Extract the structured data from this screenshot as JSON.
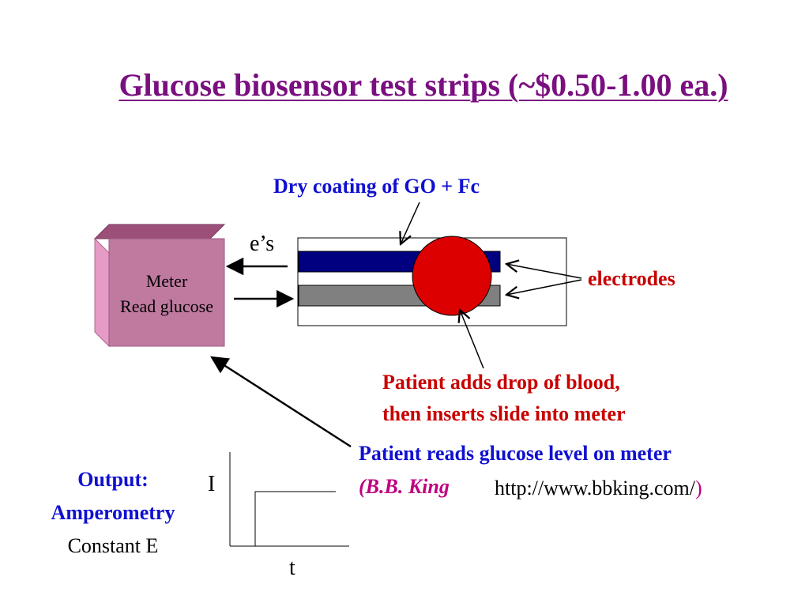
{
  "title": "Glucose biosensor test strips (~$0.50-1.00 ea.)",
  "labels": {
    "coating": "Dry coating of GO + Fc",
    "electrons": "e’s",
    "electrodes": "electrodes",
    "blood_line1": "Patient adds drop of blood,",
    "blood_line2": "then inserts slide into meter",
    "reads": "Patient reads glucose level on meter",
    "king": "(B.B. King",
    "url": "http://www.bbking.com/",
    "url_close": ")"
  },
  "meter": {
    "line1": "Meter",
    "line2": "Read glucose"
  },
  "output": {
    "line1": "Output:",
    "line2": "Amperometry",
    "line3": "Constant E"
  },
  "graph": {
    "y_label": "I",
    "x_label": "t"
  },
  "colors": {
    "title": "#7a0f80",
    "blue_text": "#1010d0",
    "red_text": "#c80000",
    "meter_front": "#c07aa0",
    "top_electrode": "#000080",
    "bottom_electrode": "#808080",
    "blood_drop": "#dd0000"
  }
}
